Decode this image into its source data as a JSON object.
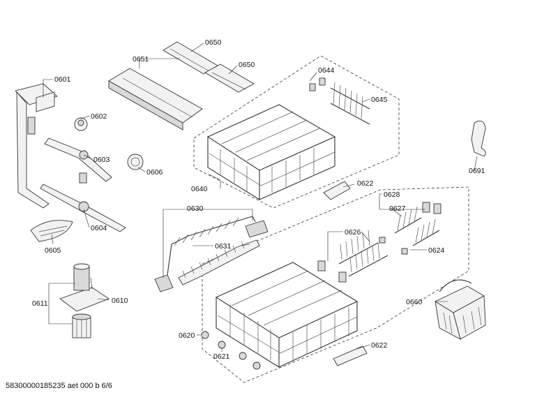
{
  "footer": {
    "text": "58300000185235 aet 000 b 6/6"
  },
  "labels": {
    "p0601": "0601",
    "p0602": "0602",
    "p0603": "0603",
    "p0604": "0604",
    "p0605": "0605",
    "p0606": "0606",
    "p0610": "0610",
    "p0611": "0611",
    "p0620": "0620",
    "p0621": "0621",
    "p0622a": "0622",
    "p0622b": "0622",
    "p0624": "0624",
    "p0626": "0626",
    "p0627": "0627",
    "p0628": "0628",
    "p0630": "0630",
    "p0631": "0631",
    "p0640": "0640",
    "p0644": "0644",
    "p0645": "0645",
    "p0650a": "0650",
    "p0650b": "0650",
    "p0651": "0651",
    "p0660": "0660",
    "p0691": "0691"
  }
}
